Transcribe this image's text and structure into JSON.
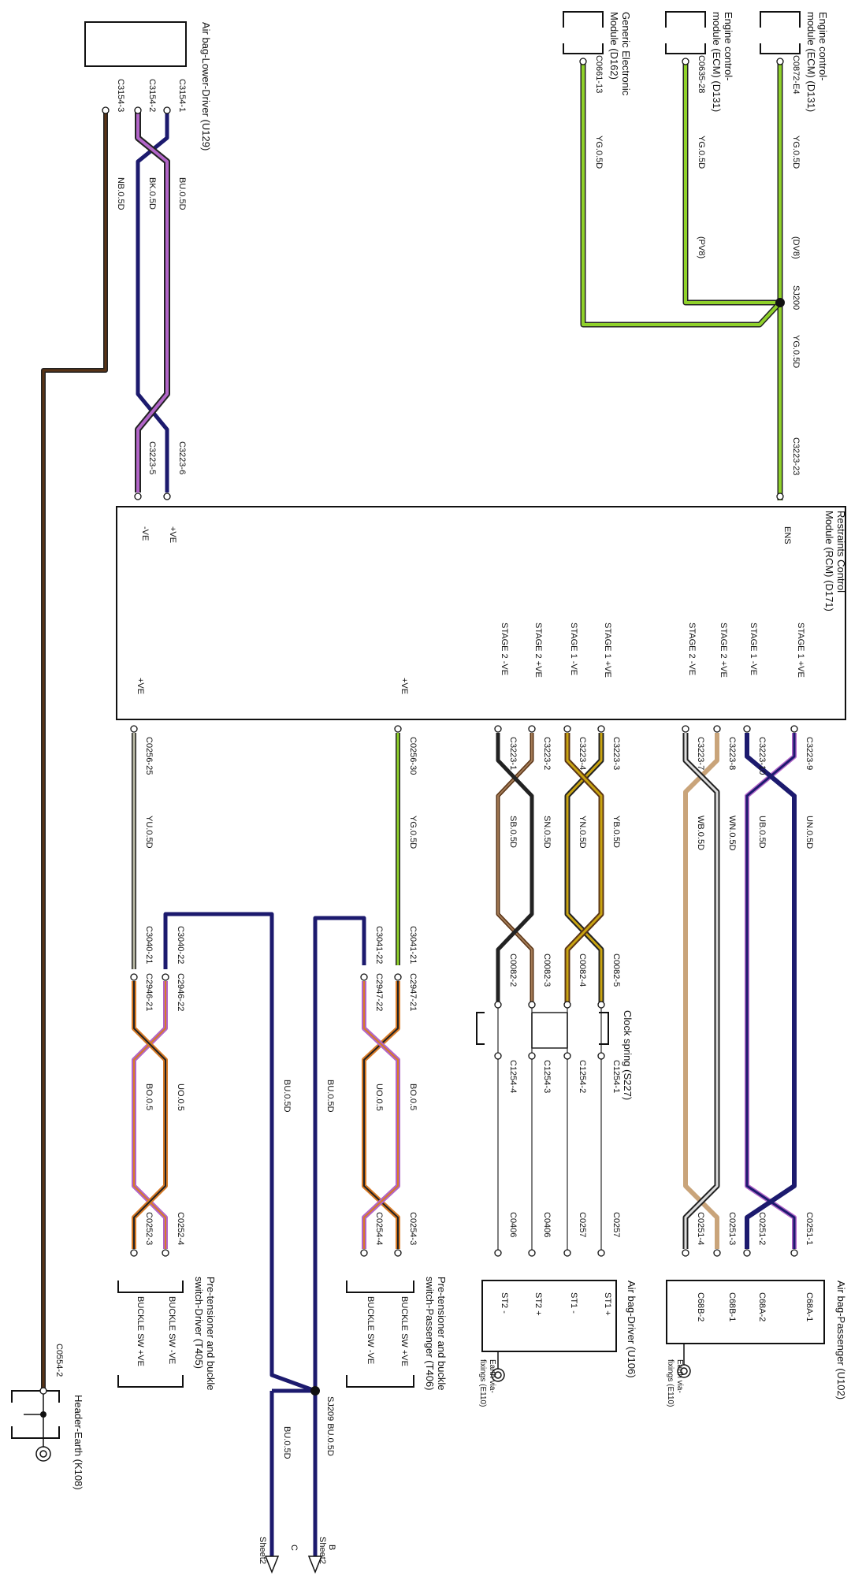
{
  "engine_ecm_1": {
    "label_l1": "Engine control-",
    "label_l2": "module (ECM) (D131)",
    "pin": "C0872-E4",
    "wire": "YG.0.5D",
    "tag": "(DV8)"
  },
  "engine_ecm_2": {
    "label_l1": "Engine control-",
    "label_l2": "module (ECM) (D131)",
    "pin": "C0635-28",
    "wire": "YG.0.5D",
    "tag": "(PV8)"
  },
  "gem": {
    "label_l1": "Generic Electronic",
    "label_l2": "Module (D162)",
    "pin": "C0661-13",
    "wire": "YG.0.5D"
  },
  "splice_sj200": {
    "label": "SJ200",
    "wire": "YG.0.5D",
    "pin": "C3223-23"
  },
  "airbag_lower_driver": {
    "label": "Air bag-Lower-Driver (U129)",
    "pins": [
      "C3154-1",
      "C3154-2",
      "C3154-3"
    ],
    "wires": [
      "BU.0.5D",
      "BK.0.5D",
      "NB.0.5D"
    ],
    "rcm_pins": [
      "C3223-6",
      "C3223-5"
    ]
  },
  "rcm": {
    "label_l1": "Restraints Control",
    "label_l2": "Module (RCM) (D171)",
    "ens": "ENS",
    "left_pos": "+VE",
    "left_neg": "-VE",
    "stages": [
      "STAGE 1 +VE",
      "STAGE 1 -VE",
      "STAGE 2 +VE",
      "STAGE 2 -VE",
      "STAGE 1 +VE",
      "STAGE 1 -VE",
      "STAGE 2 +VE",
      "STAGE 2 -VE"
    ],
    "ve_mid": "+VE",
    "ve_bottom": "+VE"
  },
  "passenger_airbag": {
    "label": "Air bag-Passenger (U102)",
    "rcm_pins": [
      "C3223-9",
      "C3223-10",
      "C3223-8",
      "C3223-7"
    ],
    "wires": [
      "UN.0.5D",
      "UB.0.5D",
      "WN.0.5D",
      "WB.0.5D"
    ],
    "pins": [
      "C0251-1",
      "C0251-2",
      "C0251-3",
      "C0251-4"
    ],
    "inner_pins": [
      "C68A-1",
      "C68A-2",
      "C68B-1",
      "C68B-2"
    ],
    "earth": "Earth via-",
    "earth_2": "fixings (E110)"
  },
  "clock_spring": {
    "label": "Clock spring (S227)",
    "rcm_pins": [
      "C3223-3",
      "C3223-4",
      "C3223-2",
      "C3223-1"
    ],
    "wires": [
      "YB.0.5D",
      "YN.0.5D",
      "SN.0.5D",
      "SB.0.5D"
    ],
    "in_pins": [
      "C0082-5",
      "C0082-4",
      "C0082-3",
      "C0082-2"
    ],
    "out_pins": [
      "C1254-1",
      "C1254-2",
      "C1254-3",
      "C1254-4"
    ],
    "out_wires": [
      "C0257",
      "C0257",
      "C0406",
      "C0406"
    ]
  },
  "driver_airbag": {
    "label": "Air bag-Driver (U106)",
    "pins": [
      "ST1 +",
      "ST1 -",
      "ST2 +",
      "ST2 -"
    ],
    "earth": "Earth via-",
    "earth_2": "fixings (E110)"
  },
  "pass_pretensioner": {
    "label_l1": "Pre-tensioner and buckle",
    "label_l2": "switch-Passenger (T406)",
    "rcm_pin": "C0256-30",
    "wire": "YG.0.5D",
    "pins_a": [
      "C3041-21",
      "C3041-22"
    ],
    "pins_b": [
      "C2947-21",
      "C2947-22"
    ],
    "twist_wires": [
      "BO.0.5",
      "UO.0.5"
    ],
    "out_pins": [
      "C0254-3",
      "C0254-4"
    ],
    "switch": [
      "BUCKLE SW +VE",
      "BUCKLE SW -VE"
    ],
    "bu_wire": "BU.0.5D"
  },
  "drv_pretensioner": {
    "label_l1": "Pre-tensioner and buckle",
    "label_l2": "switch-Driver (T405)",
    "rcm_pin": "C0256-25",
    "wire": "YU.0.5D",
    "pins_a": [
      "C3040-22",
      "C3040-21"
    ],
    "pins_b": [
      "C2946-22",
      "C2946-21"
    ],
    "twist_wires": [
      "UO.0.5",
      "BO.0.5"
    ],
    "out_pins": [
      "C0252-4",
      "C0252-3"
    ],
    "switch": [
      "BUCKLE SW -VE",
      "BUCKLE SW +VE"
    ],
    "bu_wire": "BU.0.5D"
  },
  "splice_sj209": {
    "label": "SJ209 BU.0.5D",
    "wire_out": "BU.0.5D"
  },
  "sheet_b": {
    "letter": "B",
    "sheet": "Sheet2"
  },
  "sheet_c": {
    "letter": "C",
    "sheet": "Sheet2"
  },
  "header_earth": {
    "label": "Header-Earth (K108)",
    "pin": "C0554-2"
  },
  "colors": {
    "yg": "#8fd12a",
    "bu": "#1c1a6e",
    "violet": "#b265c8",
    "brown": "#5a3416",
    "orange": "#d77a26",
    "yellow": "#c9a411",
    "tan": "#c9a47a",
    "grey": "#9a9a9a"
  }
}
